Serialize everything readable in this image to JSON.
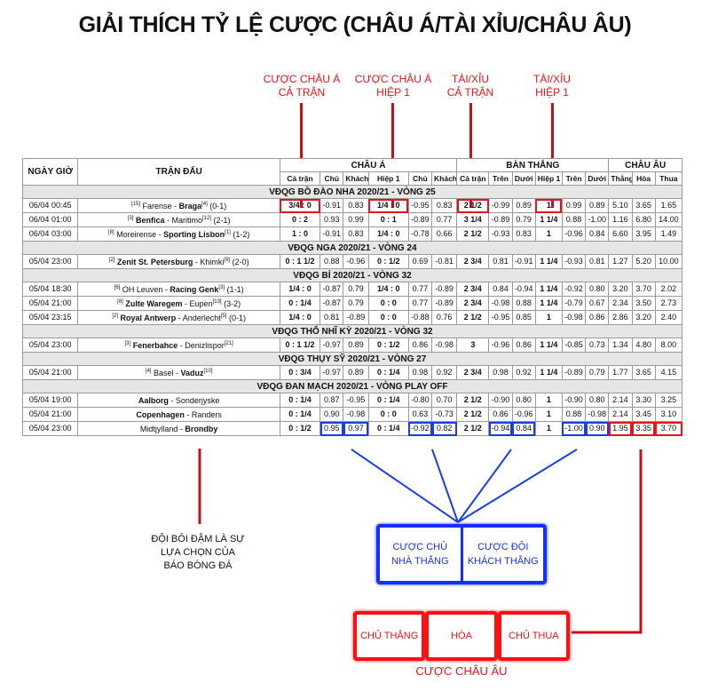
{
  "title": "GIẢI THÍCH TỶ LỆ CƯỢC (CHÂU Á/TÀI XỈU/CHÂU ÂU)",
  "callouts": [
    {
      "line1": "CƯỢC CHÂU Á",
      "line2": "CẢ TRẬN"
    },
    {
      "line1": "CƯỢC CHÂU Á",
      "line2": "HIỆP 1"
    },
    {
      "line1": "TÀI/XỈU",
      "line2": "CẢ TRẬN"
    },
    {
      "line1": "TÀI/XỈU",
      "line2": "HIỆP 1"
    }
  ],
  "table": {
    "col_date": "NGÀY GIỜ",
    "col_match": "TRẬN ĐẤU",
    "group_asian": "CHÂU Á",
    "group_goals": "BÀN THẮNG",
    "group_euro": "CHÂU ÂU",
    "sub": [
      "Cả trận",
      "Chủ",
      "Khách",
      "Hiệp 1",
      "Chủ",
      "Khách",
      "Cả trận",
      "Trên",
      "Dưới",
      "Hiệp 1",
      "Trên",
      "Dưới",
      "Thắng",
      "Hòa",
      "Thua"
    ],
    "sections": [
      {
        "league": "VĐQG BỒ ĐÀO NHA 2020/21 - VÒNG 25",
        "rows": [
          {
            "date": "06/04",
            "time": "00:45",
            "hr": "[15]",
            "home": "Farense",
            "sep": " - ",
            "away": "Braga",
            "ar": "[4]",
            "score": "(0-1)",
            "bold": "away",
            "v": [
              "3/4 : 0",
              "-0.91",
              "0.83",
              "1/4 : 0",
              "-0.95",
              "0.83",
              "2 1/2",
              "-0.99",
              "0.89",
              "1",
              "0.99",
              "0.89",
              "5.10",
              "3.65",
              "1.65"
            ]
          },
          {
            "date": "06/04",
            "time": "01:00",
            "hr": "[3]",
            "home": "Benfica",
            "sep": " - ",
            "away": "Maritimo",
            "ar": "[12]",
            "score": "(2-1)",
            "bold": "home",
            "v": [
              "0 : 2",
              "0.93",
              "0.99",
              "0 : 1",
              "-0.89",
              "0.77",
              "3 1/4",
              "-0.89",
              "0.79",
              "1 1/4",
              "0.88",
              "-1.00",
              "1.16",
              "6.80",
              "14.00"
            ]
          },
          {
            "date": "06/04",
            "time": "03:00",
            "hr": "[8]",
            "home": "Moreirense",
            "sep": " - ",
            "away": "Sporting Lisbon",
            "ar": "[1]",
            "score": "(1-2)",
            "bold": "away",
            "v": [
              "1 : 0",
              "-0.91",
              "0.83",
              "1/4 : 0",
              "-0.78",
              "0.66",
              "2 1/2",
              "-0.93",
              "0.83",
              "1",
              "-0.96",
              "0.84",
              "6.60",
              "3.95",
              "1.49"
            ]
          }
        ]
      },
      {
        "league": "VĐQG NGA 2020/21 - VÒNG 24",
        "rows": [
          {
            "date": "05/04",
            "time": "23:00",
            "hr": "[2]",
            "home": "Zenit St. Petersburg",
            "sep": " - ",
            "away": "Khimki",
            "ar": "[9]",
            "score": "(2-0)",
            "bold": "home",
            "v": [
              "0 : 1 1/2",
              "0.88",
              "-0.96",
              "0 : 1/2",
              "0.69",
              "-0.81",
              "2 3/4",
              "0.81",
              "-0.91",
              "1 1/4",
              "-0.93",
              "0.81",
              "1.27",
              "5.20",
              "10.00"
            ]
          }
        ]
      },
      {
        "league": "VĐQG BỈ 2020/21 - VÒNG 32",
        "rows": [
          {
            "date": "05/04",
            "time": "18:30",
            "hr": "[6]",
            "home": "OH Leuven",
            "sep": " - ",
            "away": "Racing Genk",
            "ar": "[3]",
            "score": "(1-1)",
            "bold": "away",
            "v": [
              "1/4 : 0",
              "-0.87",
              "0.79",
              "1/4 : 0",
              "0.77",
              "-0.89",
              "2 3/4",
              "0.84",
              "-0.94",
              "1 1/4",
              "-0.92",
              "0.80",
              "3.20",
              "3.70",
              "2.02"
            ]
          },
          {
            "date": "05/04",
            "time": "21:00",
            "hr": "[8]",
            "home": "Zulte Waregem",
            "sep": " - ",
            "away": "Eupen",
            "ar": "[13]",
            "score": "(3-2)",
            "bold": "home",
            "v": [
              "0 : 1/4",
              "-0.87",
              "0.79",
              "0 : 0",
              "0.77",
              "-0.89",
              "2 3/4",
              "-0.98",
              "0.88",
              "1 1/4",
              "-0.79",
              "0.67",
              "2.34",
              "3.50",
              "2.73"
            ]
          },
          {
            "date": "05/04",
            "time": "23:15",
            "hr": "[2]",
            "home": "Royal Antwerp",
            "sep": " - ",
            "away": "Anderlecht",
            "ar": "[5]",
            "score": "(0-1)",
            "bold": "home",
            "v": [
              "1/4 : 0",
              "0.81",
              "-0.89",
              "0 : 0",
              "-0.88",
              "0.76",
              "2 1/2",
              "-0.95",
              "0.85",
              "1",
              "-0.98",
              "0.86",
              "2.86",
              "3.20",
              "2.40"
            ]
          }
        ]
      },
      {
        "league": "VĐQG THỔ NHĨ KỲ 2020/21 - VÒNG 32",
        "rows": [
          {
            "date": "05/04",
            "time": "23:00",
            "hr": "[3]",
            "home": "Fenerbahce",
            "sep": " - ",
            "away": "Denizlispor",
            "ar": "[21]",
            "score": "",
            "bold": "home",
            "v": [
              "0 : 1 1/2",
              "-0.97",
              "0.89",
              "0 : 1/2",
              "0.86",
              "-0.98",
              "3",
              "-0.96",
              "0.86",
              "1 1/4",
              "-0.85",
              "0.73",
              "1.34",
              "4.80",
              "8.00"
            ]
          }
        ]
      },
      {
        "league": "VĐQG THỤY SỸ 2020/21 - VÒNG 27",
        "rows": [
          {
            "date": "05/04",
            "time": "21:00",
            "hr": "[4]",
            "home": "Basel",
            "sep": " - ",
            "away": "Vaduz",
            "ar": "[10]",
            "score": "",
            "bold": "away",
            "v": [
              "0 : 3/4",
              "-0.97",
              "0.89",
              "0 : 1/4",
              "0.98",
              "0.92",
              "2 3/4",
              "0.98",
              "0.92",
              "1 1/4",
              "-0.89",
              "0.79",
              "1.77",
              "3.65",
              "4.15"
            ]
          }
        ]
      },
      {
        "league": "VĐQG ĐAN MẠCH 2020/21 - VÒNG PLAY OFF",
        "rows": [
          {
            "date": "05/04",
            "time": "19:00",
            "hr": "",
            "home": "Aalborg",
            "sep": " - ",
            "away": "Sonderjyske",
            "ar": "",
            "score": "",
            "bold": "home",
            "v": [
              "0 : 1/4",
              "0.87",
              "-0.95",
              "0 : 1/4",
              "-0.80",
              "0.70",
              "2 1/2",
              "-0.90",
              "0.80",
              "1",
              "-0.90",
              "0.80",
              "2.14",
              "3.30",
              "3.25"
            ]
          },
          {
            "date": "05/04",
            "time": "21:00",
            "hr": "",
            "home": "Copenhagen",
            "sep": " - ",
            "away": "Randers",
            "ar": "",
            "score": "",
            "bold": "home",
            "v": [
              "0 : 1/4",
              "0.90",
              "-0.98",
              "0 : 0",
              "0.63",
              "-0.73",
              "2 1/2",
              "0.86",
              "-0.96",
              "1",
              "0.88",
              "-0.98",
              "2.14",
              "3.45",
              "3.10"
            ]
          },
          {
            "date": "05/04",
            "time": "23:00",
            "hr": "",
            "home": "Midtjylland",
            "sep": " - ",
            "away": "Brondby",
            "ar": "",
            "score": "",
            "bold": "away",
            "v": [
              "0 : 1/2",
              "0.95",
              "0.97",
              "0 : 1/4",
              "-0.92",
              "0.82",
              "2 1/2",
              "-0.94",
              "0.84",
              "1",
              "-1.00",
              "0.90",
              "1.95",
              "3.35",
              "3.70"
            ]
          }
        ]
      }
    ]
  },
  "note": {
    "line1": "ĐỘI BÔI ĐẬM  LÀ SỰ",
    "line2": "LỰA CHỌN CỦA",
    "line3": "BÁO BÓNG ĐÁ"
  },
  "blue_boxes": [
    {
      "line1": "CƯỢC CHỦ",
      "line2": "NHÀ THẮNG"
    },
    {
      "line1": "CƯỢC ĐỘI",
      "line2": "KHÁCH THẮNG"
    }
  ],
  "red_boxes": [
    "CHỦ THẮNG",
    "HÒA",
    "CHỦ THUA"
  ],
  "red_label": "CƯỢC CHÂU ÂU",
  "colors": {
    "red": "#e0161b",
    "blue": "#1430ff",
    "league_bg": "#e6e6e6"
  }
}
